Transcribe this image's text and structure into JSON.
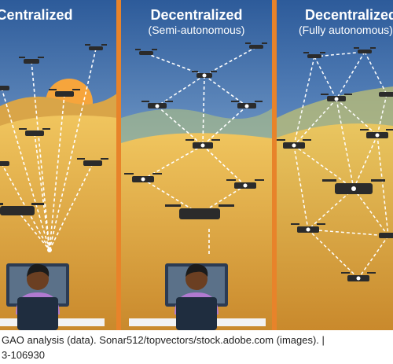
{
  "panels": [
    {
      "title": "Centralized",
      "subtitle": ""
    },
    {
      "title": "Decentralized",
      "subtitle": "(Semi-autonomous)"
    },
    {
      "title": "Decentralized",
      "subtitle": "(Fully autonomous)"
    }
  ],
  "caption": {
    "line1": "GAO analysis (data). Sonar512/topvectors/stock.adobe.com (images). |",
    "line2": "3-106930"
  },
  "colors": {
    "sky_top": "#2f5f9e",
    "sky_mid": "#6b93c2",
    "hill_light": "#f1c15a",
    "hill_dark": "#c98a2c",
    "frame": "#e8832a",
    "link": "#ffffff"
  }
}
